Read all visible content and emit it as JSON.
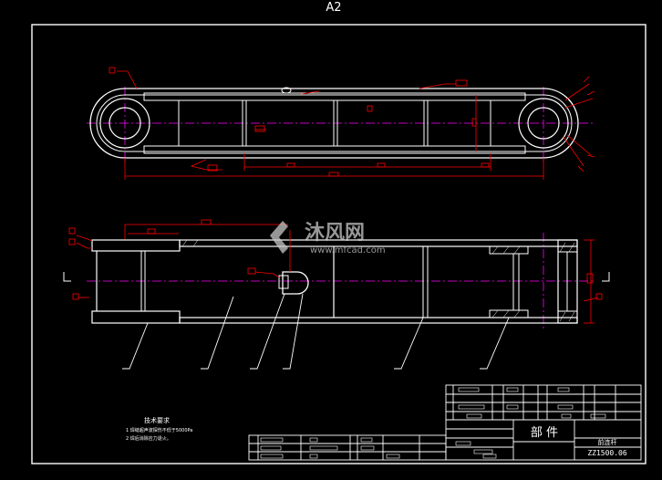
{
  "sheet_size": "A2",
  "tech_requirements": {
    "title": "技术要求",
    "items": [
      "1 焊缝超声波探伤不低于5000Pa",
      "2 焊后消除应力退火。"
    ]
  },
  "title_block": {
    "part_label": "部 件",
    "part_name": "前连杆",
    "drawing_no": "ZZ1500.06"
  },
  "watermark": {
    "brand": "沐风网",
    "url": "www.mfcad.com"
  },
  "colors": {
    "background": "#000000",
    "outline": "#ffffff",
    "dimension": "#ff0000",
    "centerline": "#ff00ff",
    "watermark": "#c8c8c8"
  }
}
